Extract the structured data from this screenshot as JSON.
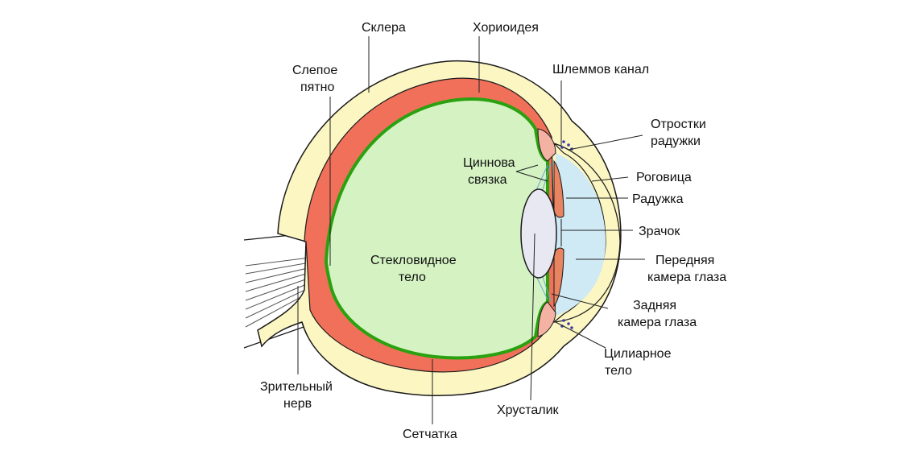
{
  "labels": {
    "sclera": "Склера",
    "choroid": "Хориоидея",
    "blind_spot": [
      "Слепое",
      "пятно"
    ],
    "schlemm_canal": "Шлеммов канал",
    "iris_processes": [
      "Отростки",
      "радужки"
    ],
    "zinn_ligament": [
      "Циннова",
      "связка"
    ],
    "cornea": "Роговица",
    "iris": "Радужка",
    "pupil": "Зрачок",
    "vitreous_body": [
      "Стекловидное",
      "тело"
    ],
    "anterior_chamber": [
      "Передняя",
      "камера глаза"
    ],
    "posterior_chamber": [
      "Задняя",
      "камера глаза"
    ],
    "ciliary_body": [
      "Цилиарное",
      "тело"
    ],
    "optic_nerve": [
      "Зрительный",
      "нерв"
    ],
    "lens": "Хрусталик",
    "retina": "Сетчатка"
  },
  "colors": {
    "sclera": "#fbf6c2",
    "choroid": "#f0705a",
    "retina": "#2aa10f",
    "vitreous": "#d4f2c2",
    "cornea_chamber": "#cfeaf5",
    "lens": "#e8e8f3",
    "iris": "#e8845f",
    "ciliary": "#f4b3a2",
    "outline": "#1a1a1a"
  }
}
